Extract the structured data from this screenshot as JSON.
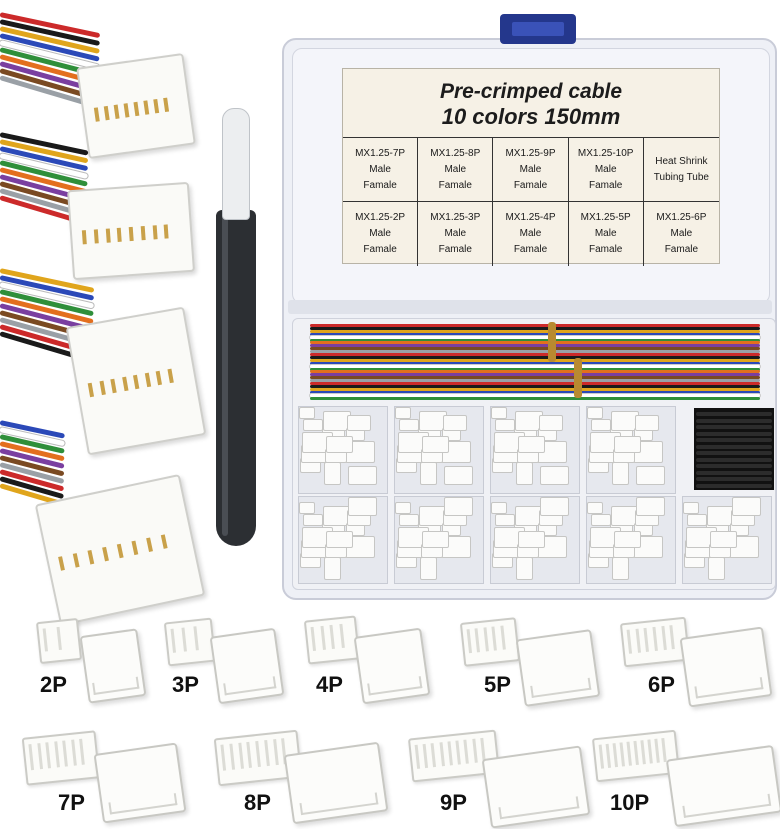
{
  "label": {
    "title_line1": "Pre-crimped cable",
    "title_line2": "10 colors 150mm",
    "cells": [
      [
        "MX1.25-7P",
        "Male",
        "Famale"
      ],
      [
        "MX1.25-8P",
        "Male",
        "Famale"
      ],
      [
        "MX1.25-9P",
        "Male",
        "Famale"
      ],
      [
        "MX1.25-10P",
        "Male",
        "Famale"
      ],
      [
        "Heat Shrink",
        "Tubing Tube",
        ""
      ],
      [
        "MX1.25-2P",
        "Male",
        "Famale"
      ],
      [
        "MX1.25-3P",
        "Male",
        "Famale"
      ],
      [
        "MX1.25-4P",
        "Male",
        "Famale"
      ],
      [
        "MX1.25-5P",
        "Male",
        "Famale"
      ],
      [
        "MX1.25-6P",
        "Male",
        "Famale"
      ]
    ]
  },
  "samples": [
    "2P",
    "3P",
    "4P",
    "5P",
    "6P",
    "7P",
    "8P",
    "9P",
    "10P"
  ],
  "colors": {
    "latch": "#24378c",
    "tweezers": "#2c2f33",
    "wires": [
      "#cc2a2a",
      "#1a1a1a",
      "#e0a51c",
      "#2b49b8",
      "#ffffff",
      "#2f8f3a",
      "#e36f1e",
      "#7a3fa0",
      "#7a4a22",
      "#9aa0a6"
    ]
  }
}
